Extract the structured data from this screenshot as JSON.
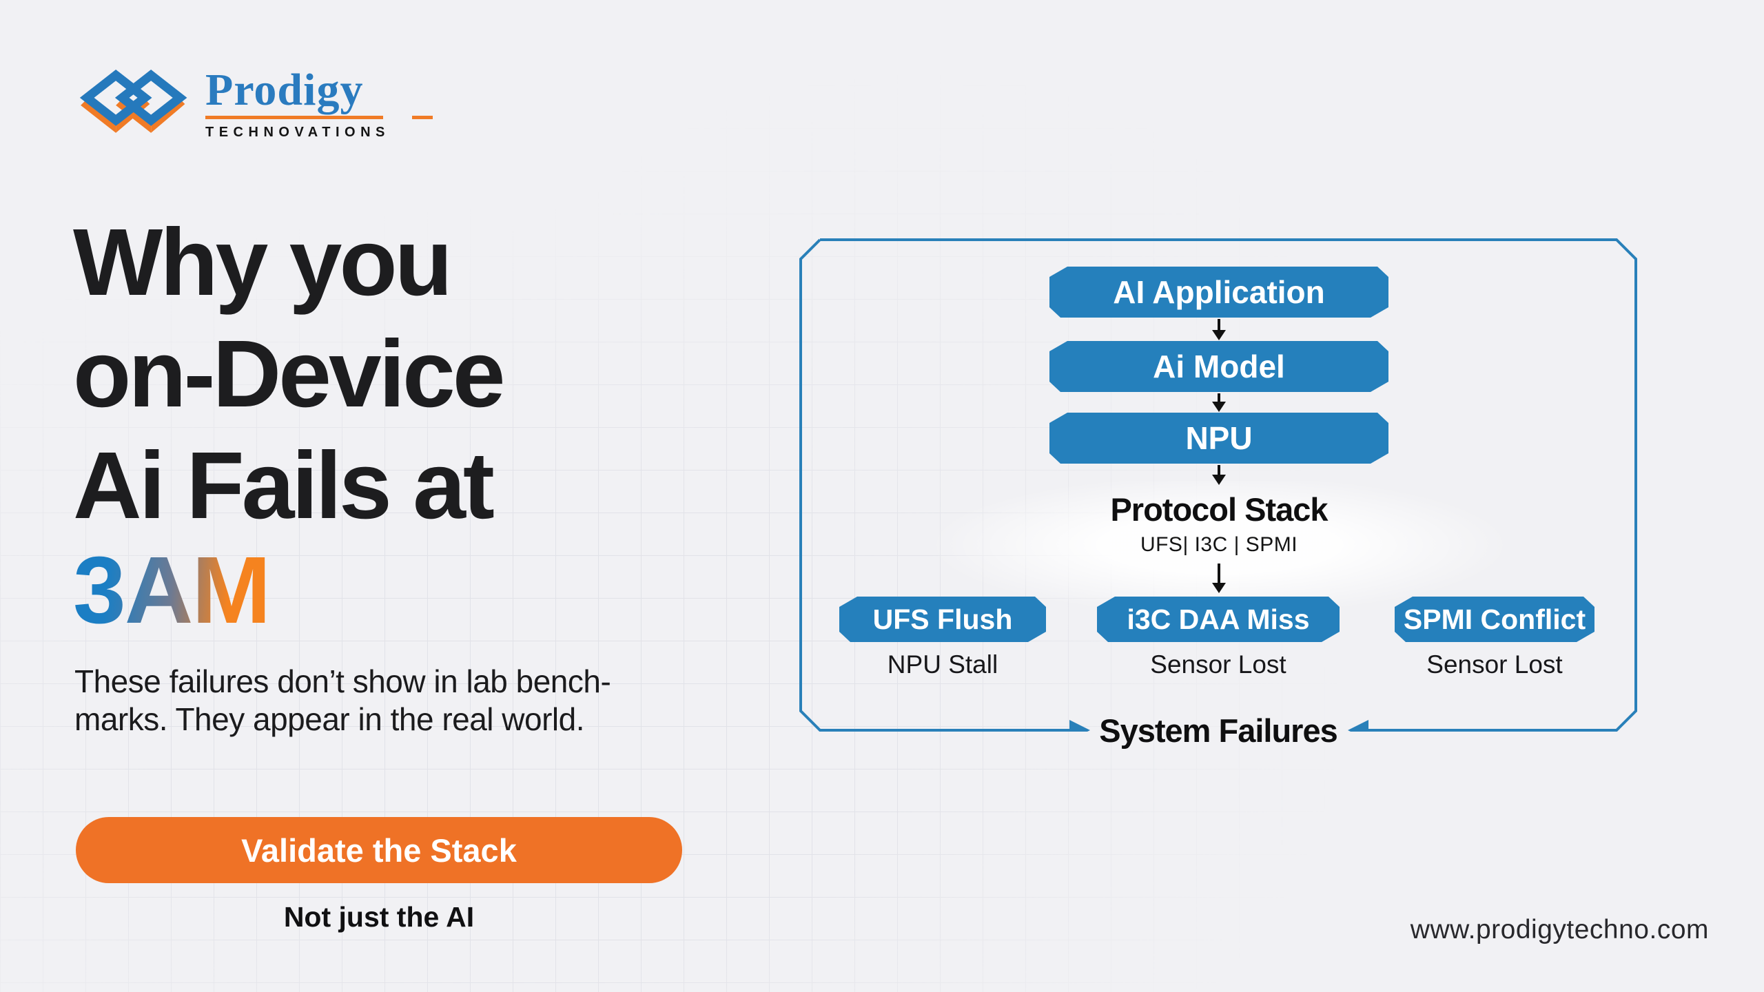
{
  "brand": {
    "name": "Prodigy",
    "tagline": "TECHNOVATIONS"
  },
  "hero": {
    "heading_line1": "Why you",
    "heading_line2": "on-Device",
    "heading_line3": "Ai Fails at",
    "highlight": "3AM",
    "subtext_line1": "These failures don’t show in lab bench-",
    "subtext_line2": "marks. They appear in the real world.",
    "cta_label": "Validate the Stack",
    "cta_caption": "Not just the AI"
  },
  "diagram": {
    "stack": [
      {
        "label": "AI Application"
      },
      {
        "label": "Ai Model"
      },
      {
        "label": "NPU"
      }
    ],
    "protocol": {
      "title": "Protocol Stack",
      "subtitle": "UFS| I3C | SPMI"
    },
    "failures": [
      {
        "label": "UFS Flush",
        "caption": "NPU Stall"
      },
      {
        "label": "i3C DAA Miss",
        "caption": "Sensor Lost"
      },
      {
        "label": "SPMI Conflict",
        "caption": "Sensor Lost"
      }
    ],
    "outcome": "System Failures"
  },
  "footer": {
    "website": "www.prodigytechno.com"
  },
  "colors": {
    "accent_blue": "#2580bc",
    "border_blue": "#2980b9",
    "accent_orange": "#ef7226",
    "gradient_blue": "#1b7ec4",
    "gradient_orange": "#f5831f",
    "background": "#f1f1f4"
  }
}
